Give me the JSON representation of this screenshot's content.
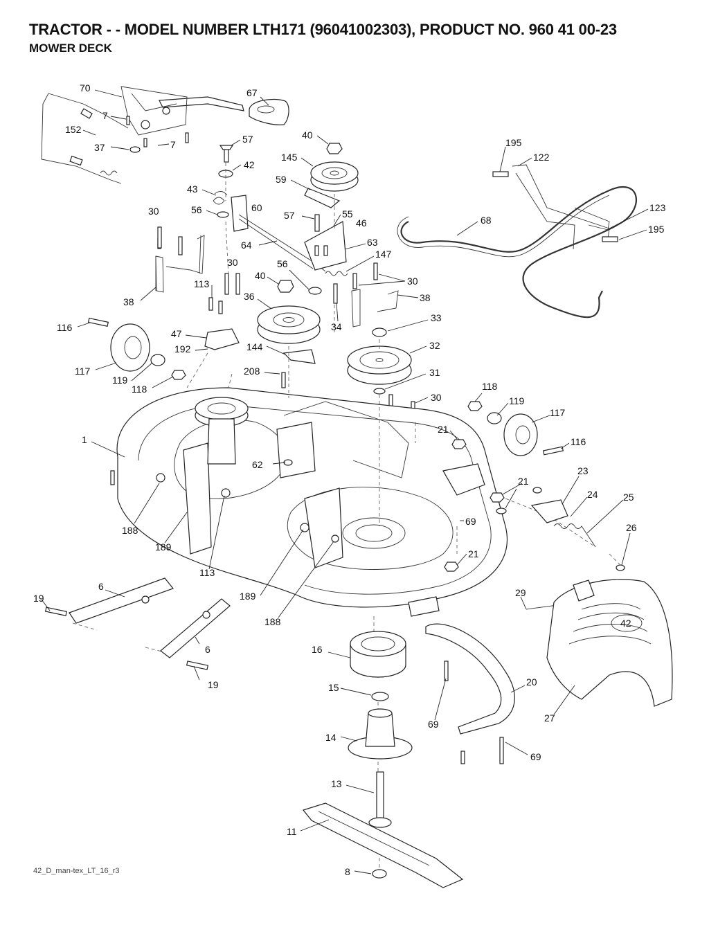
{
  "header": {
    "title": "TRACTOR - - MODEL NUMBER LTH171 (96041002303), PRODUCT NO. 960 41 00-23",
    "subtitle": "MOWER DECK"
  },
  "footer": {
    "code": "42_D_man-tex_LT_16_r3"
  },
  "parts": [
    "70",
    "67",
    "7",
    "152",
    "7",
    "37",
    "57",
    "40",
    "195",
    "122",
    "42",
    "145",
    "43",
    "59",
    "30",
    "56",
    "60",
    "57",
    "55",
    "46",
    "123",
    "68",
    "195",
    "64",
    "63",
    "147",
    "30",
    "40",
    "56",
    "38",
    "113",
    "30",
    "38",
    "36",
    "116",
    "33",
    "34",
    "47",
    "192",
    "144",
    "32",
    "117",
    "119",
    "118",
    "208",
    "31",
    "30",
    "118",
    "119",
    "117",
    "1",
    "21",
    "116",
    "62",
    "23",
    "21",
    "24",
    "25",
    "188",
    "69",
    "189",
    "26",
    "21",
    "113",
    "6",
    "29",
    "19",
    "189",
    "188",
    "16",
    "6",
    "19",
    "27",
    "15",
    "20",
    "69",
    "14",
    "69",
    "13",
    "11",
    "8"
  ],
  "deck_logo": "42"
}
